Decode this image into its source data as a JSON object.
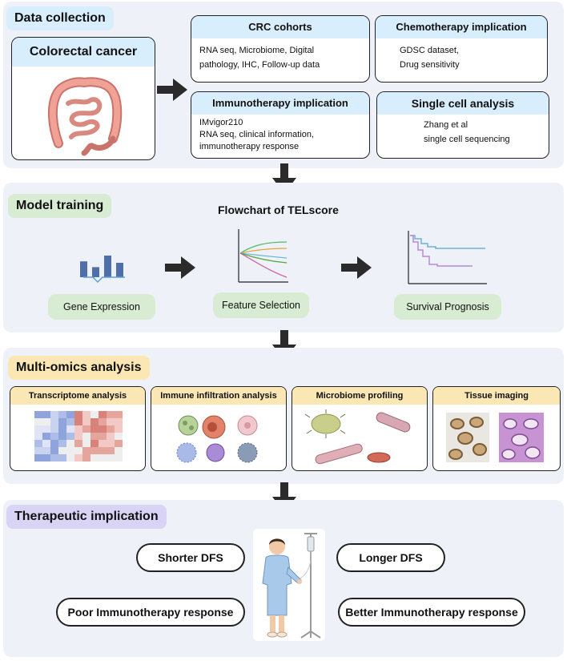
{
  "data_collection": {
    "tag": "Data collection",
    "crc_panel": {
      "title": "Colorectal cancer",
      "image_icon": "colon-illustration"
    },
    "cards": {
      "crc_cohorts": {
        "title": "CRC cohorts",
        "lines": [
          "RNA seq, Microbiome, Digital",
          "pathology, IHC, Follow-up data"
        ]
      },
      "chemo": {
        "title": "Chemotherapy implication",
        "lines": [
          "GDSC dataset,",
          "Drug sensitivity"
        ]
      },
      "immuno": {
        "title": "Immunotherapy implication",
        "lines": [
          "IMvigor210",
          "RNA seq, clinical information,",
          "immunotherapy response"
        ]
      },
      "single_cell": {
        "title": "Single cell analysis",
        "lines": [
          "Zhang et al",
          "single cell sequencing"
        ]
      }
    }
  },
  "model_training": {
    "tag": "Model training",
    "flow_title": "Flowchart of TELscore",
    "steps": [
      "Gene Expression",
      "Feature Selection",
      "Survival Prognosis"
    ],
    "bar_icon_values": [
      0.55,
      0.35,
      0.75,
      0.5
    ]
  },
  "multi_omics": {
    "tag": "Multi-omics analysis",
    "cards": [
      "Transcriptome analysis",
      "Immune infiltration analysis",
      "Microbiome profiling",
      "Tissue imaging"
    ]
  },
  "therapeutic": {
    "tag": "Therapeutic implication",
    "left": [
      "Shorter DFS",
      "Poor Immunotherapy response"
    ],
    "right": [
      "Longer DFS",
      "Better Immunotherapy response"
    ],
    "image_icon": "patient-iv-illustration"
  },
  "colors": {
    "section_bg": "#eef2f8",
    "blue_tag": "#d9eefc",
    "green_tag": "#d7ecd3",
    "yellow_tag": "#fbe7b4",
    "purple_tag": "#d9d3f5",
    "arrow": "#2b2b2b"
  }
}
